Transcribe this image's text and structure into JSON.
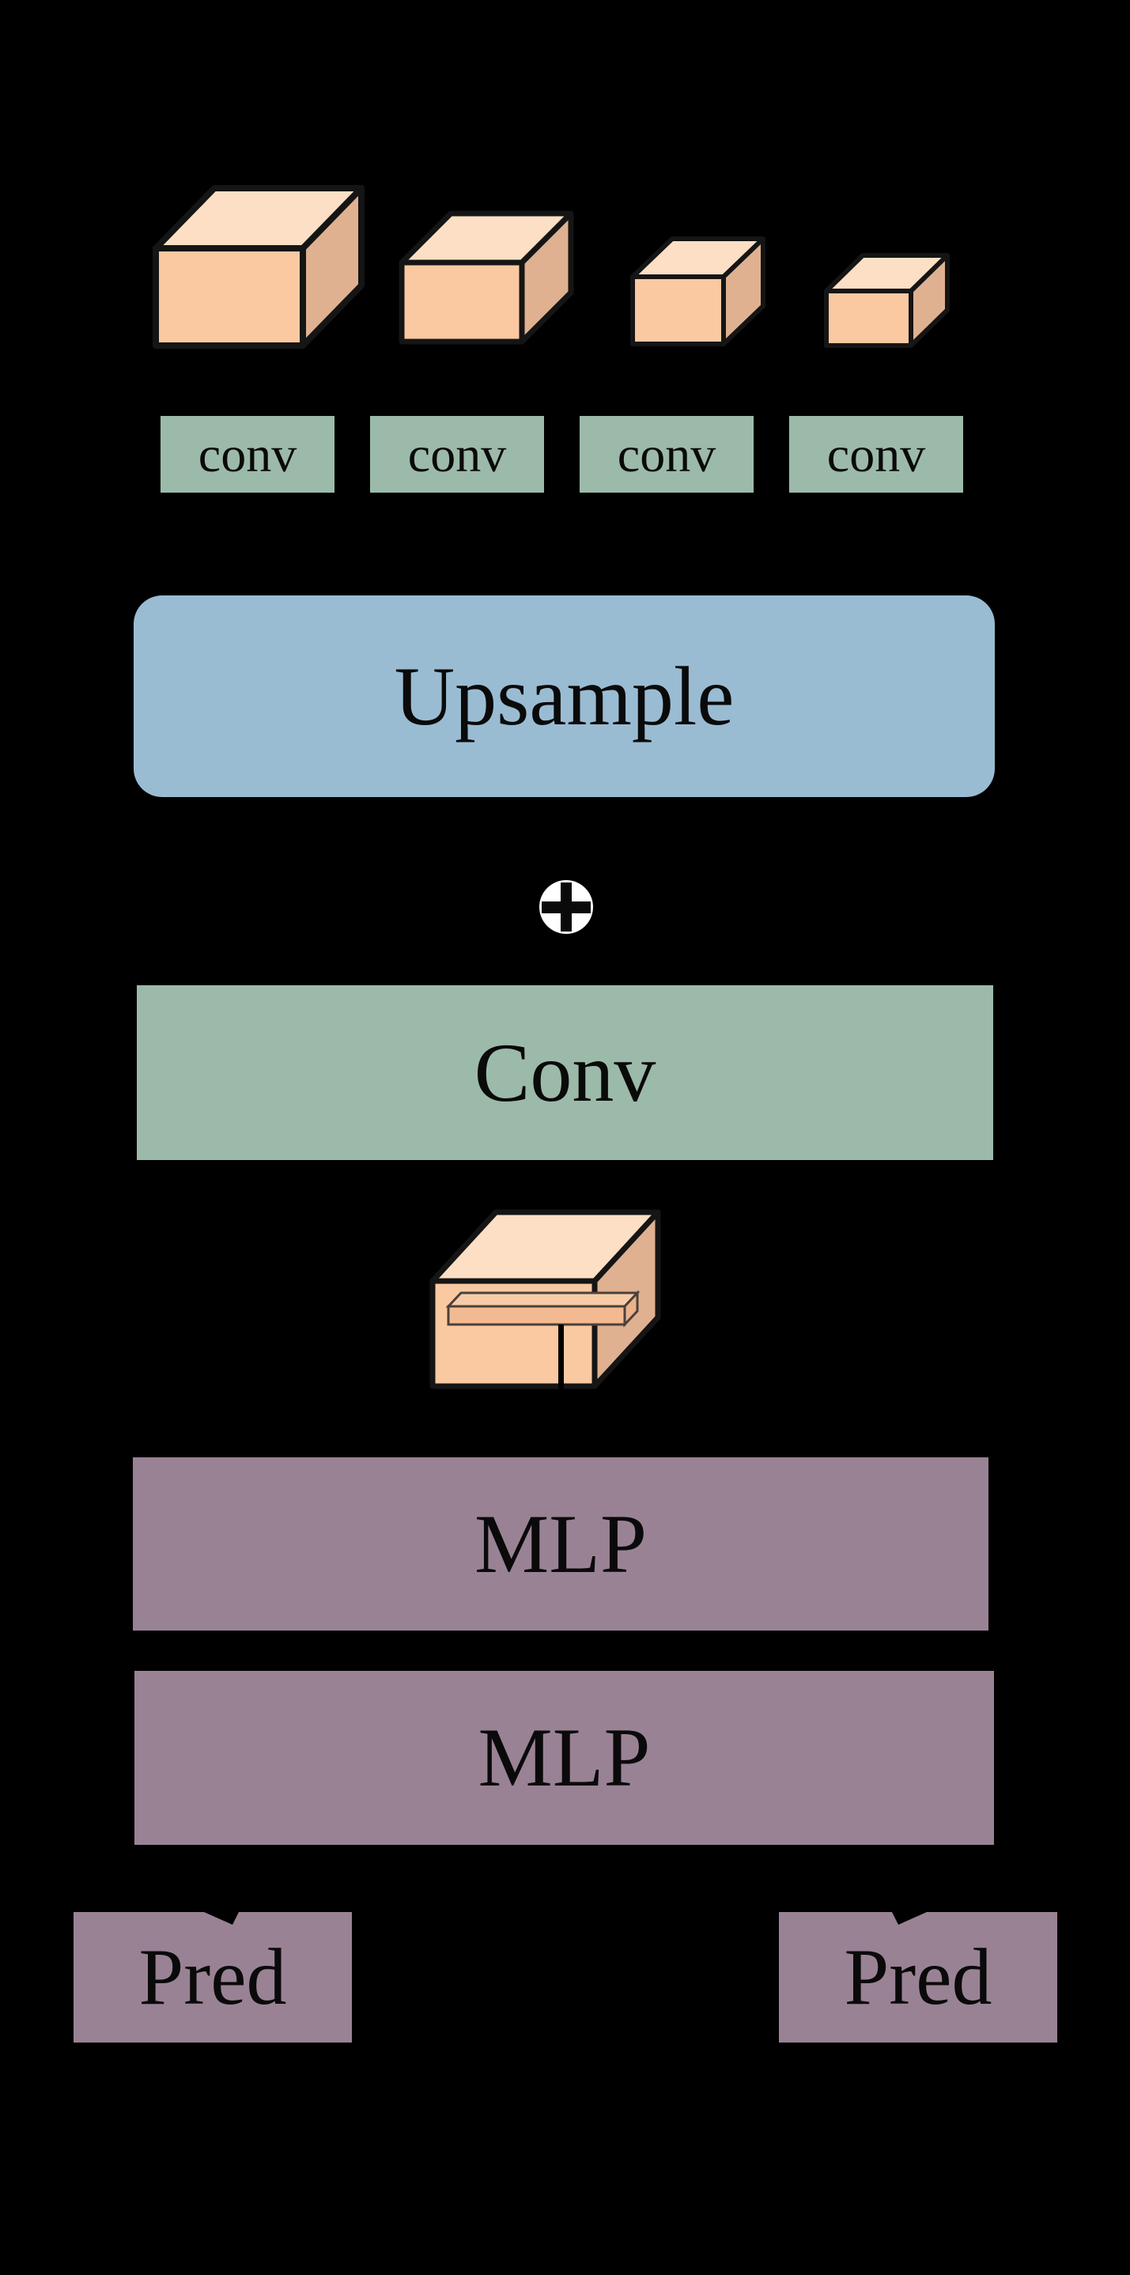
{
  "palette": {
    "background": "#000000",
    "cube_front": "#FBC9A1",
    "cube_top": "#FCDFC4",
    "cube_side": "#E0B190",
    "cube_outline": "#151515",
    "conv_green": "#9CBAA9",
    "upsample_blue": "#9ABCD3",
    "mlp_purple": "#9A8295",
    "slab_fill": "#F3BA92",
    "slab_top_fill": "#F8CBA8",
    "slab_side_fill": "#EDB28B",
    "slab_outline": "#4A413C",
    "plus_circle": "#FFFFFF",
    "text": "#0A0A0A"
  },
  "icons": {
    "feature_maps_row": "four 3d feature-map boxes, decreasing size",
    "fused_feature_map": "3d feature-map box with inner horizontal slab",
    "add_icon": "circled-plus"
  },
  "conv_row": {
    "labels": [
      "conv",
      "conv",
      "conv",
      "conv"
    ]
  },
  "upsample": {
    "label": "Upsample"
  },
  "add_symbol": {
    "glyph": "+"
  },
  "conv_block": {
    "label": "Conv"
  },
  "mlp_blocks": [
    {
      "label": "MLP"
    },
    {
      "label": "MLP"
    }
  ],
  "pred_blocks": [
    {
      "label": "Pred"
    },
    {
      "label": "Pred"
    }
  ]
}
